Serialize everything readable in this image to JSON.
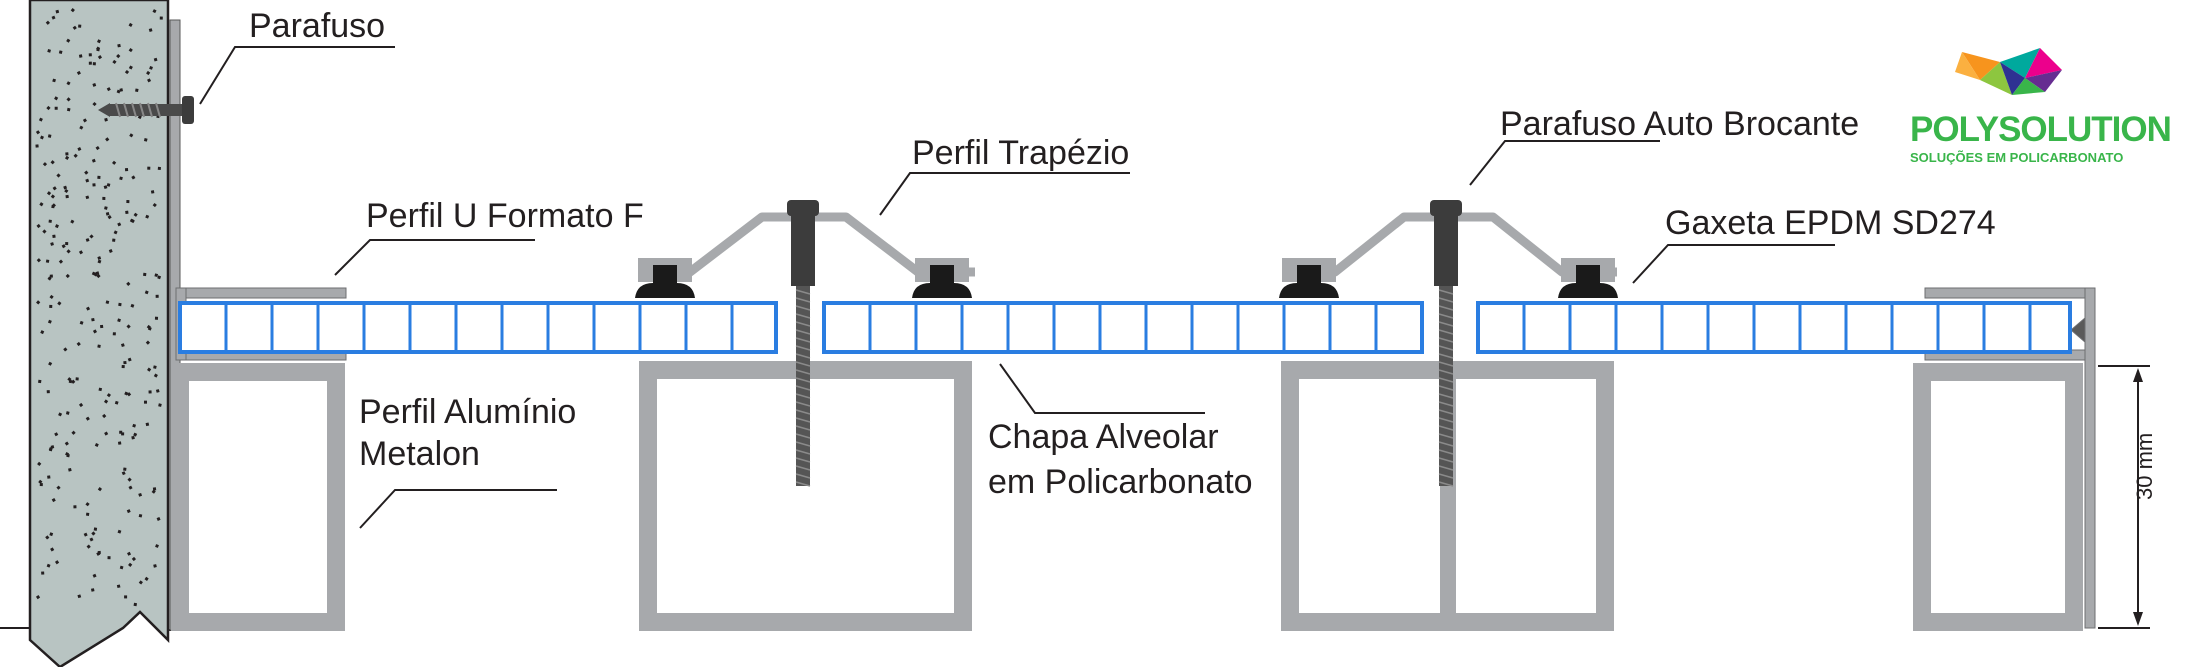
{
  "labels": {
    "parafuso": "Parafuso",
    "perfil_u": "Perfil U Formato F",
    "perfil_aluminio_1": "Perfil Alumínio",
    "perfil_aluminio_2": "Metalon",
    "perfil_trapezio": "Perfil Trapézio",
    "chapa_1": "Chapa Alveolar",
    "chapa_2": "em Policarbonato",
    "parafuso_auto": "Parafuso Auto Brocante",
    "gaxeta": "Gaxeta  EPDM SD274",
    "dimension": "30 mm"
  },
  "brand": {
    "name": "POLYSOLUTION",
    "tagline": "SOLUÇÕES EM POLICARBONATO",
    "green": "#39b54a"
  },
  "colors": {
    "sheet_blue": "#2a7de1",
    "metal_gray": "#a7a9ac",
    "wall_gray": "#b8c4c2",
    "bolt_dark": "#3c3c3c",
    "line_black": "#231f20"
  }
}
